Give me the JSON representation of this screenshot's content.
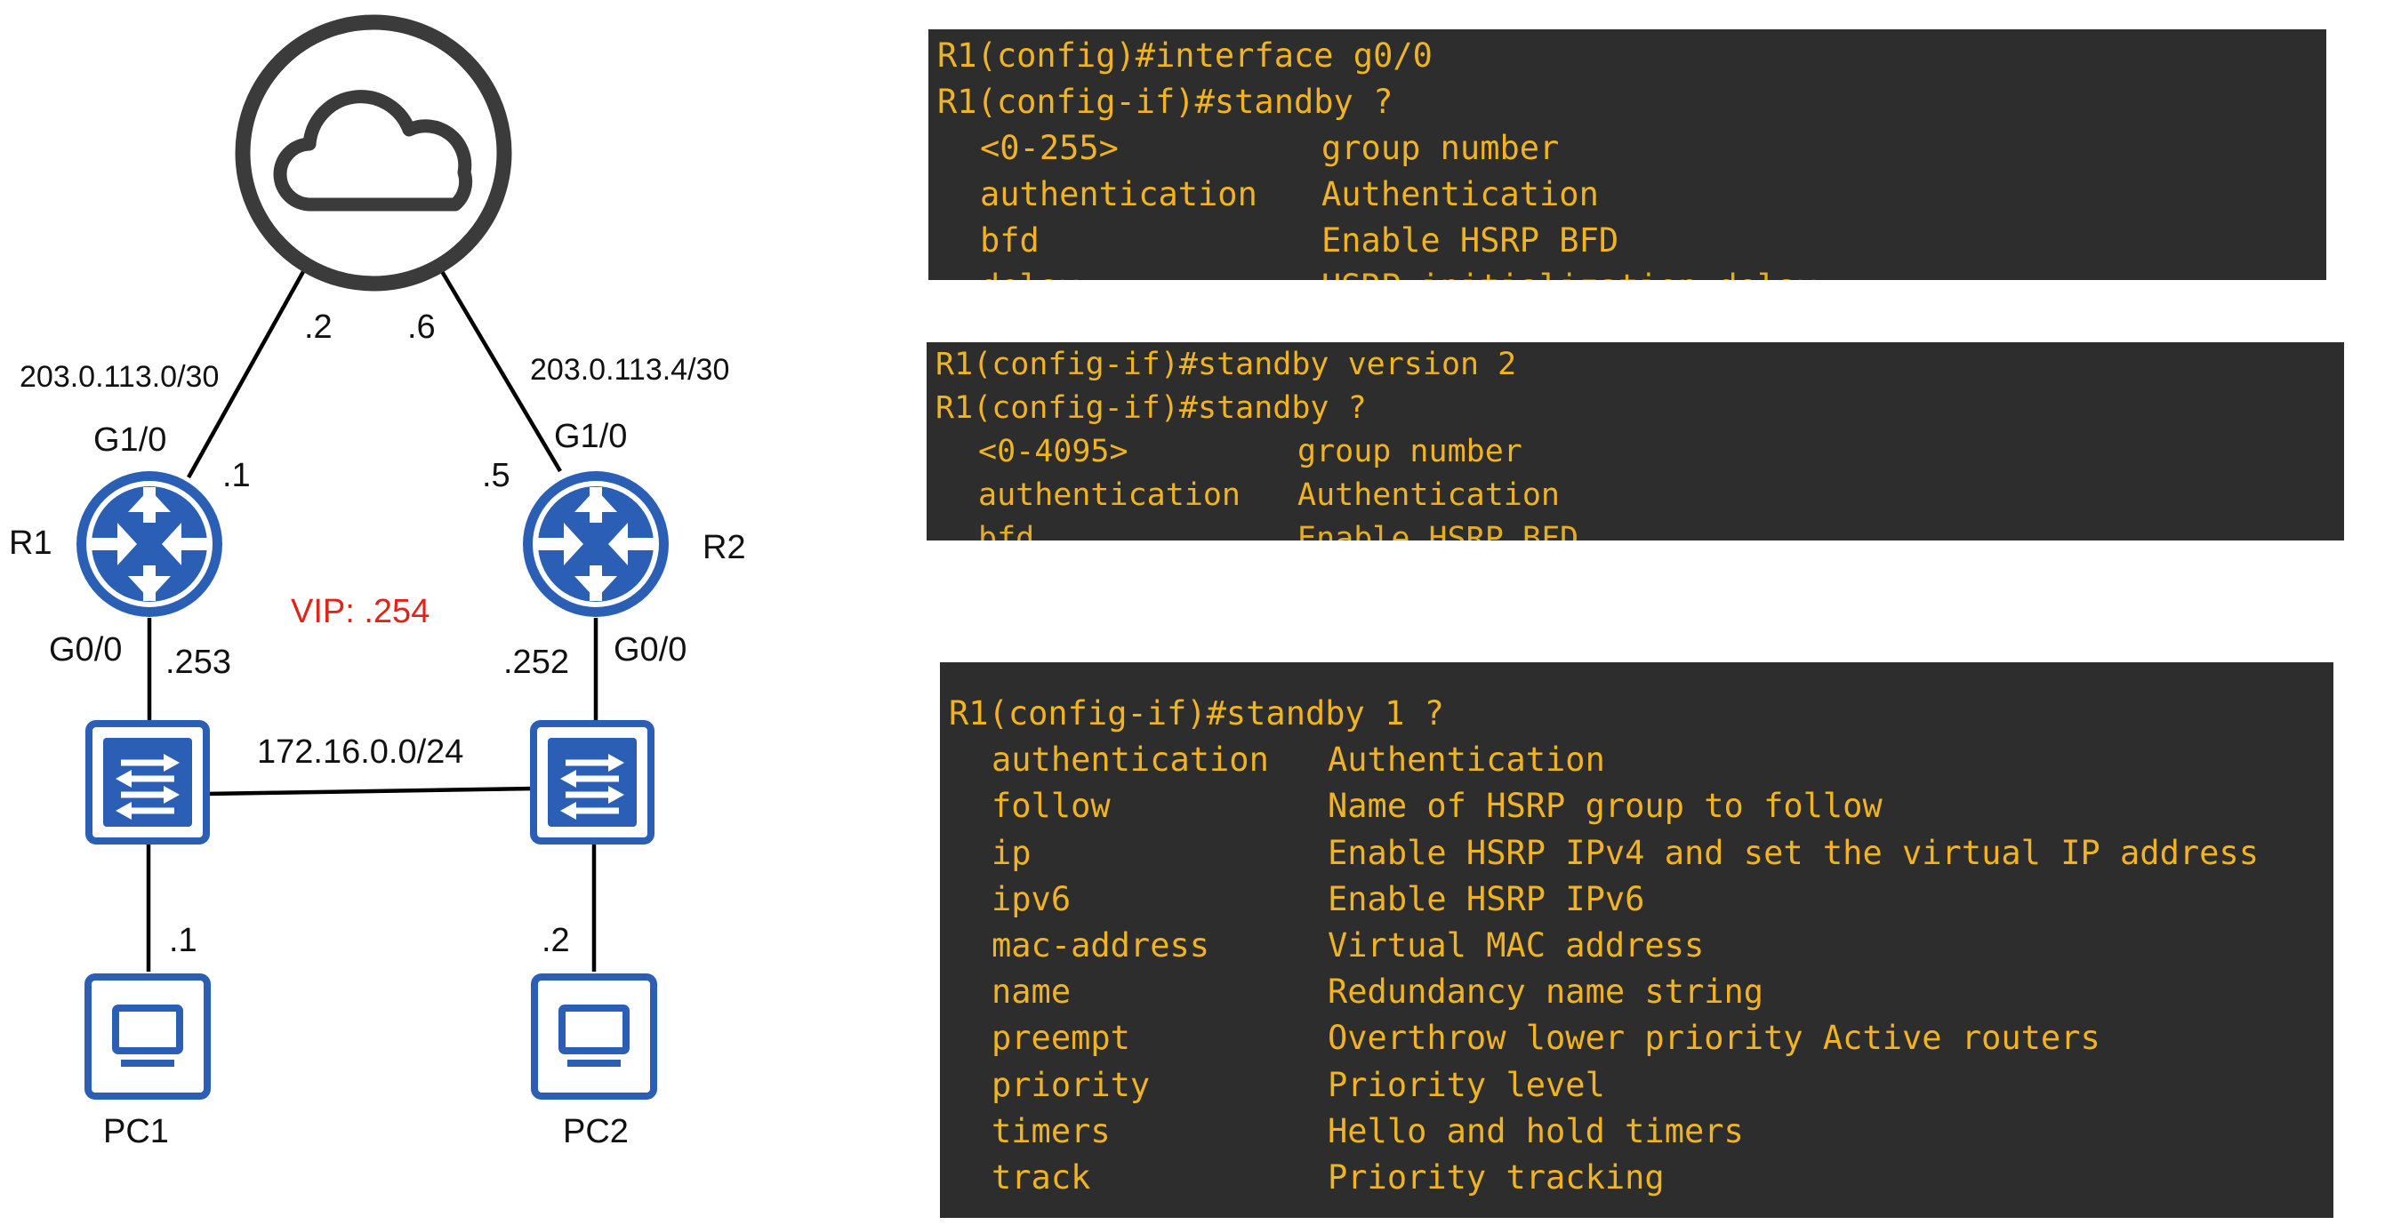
{
  "diagram": {
    "subnet_r1_internet": "203.0.113.0/30",
    "subnet_r2_internet": "203.0.113.4/30",
    "internet_r1_ip": ".2",
    "internet_r2_ip": ".6",
    "r1_g10_label": "G1/0",
    "r2_g10_label": "G1/0",
    "r1_g10_ip": ".1",
    "r2_g10_ip": ".5",
    "r1_name": "R1",
    "r2_name": "R2",
    "vip_label": "VIP: .254",
    "r1_g00_label": "G0/0",
    "r2_g00_label": "G0/0",
    "r1_g00_ip": ".253",
    "r2_g00_ip": ".252",
    "lan_subnet": "172.16.0.0/24",
    "pc1_ip": ".1",
    "pc2_ip": ".2",
    "pc1_name": "PC1",
    "pc2_name": "PC2",
    "colors": {
      "device_blue": "#2a5fb5",
      "cloud_gray": "#3b3b3b",
      "vip_red": "#e0241b"
    }
  },
  "terminals": [
    {
      "lines": [
        {
          "text": "R1(config)#interface g0/0"
        },
        {
          "text": "R1(config-if)#standby ?"
        },
        {
          "cmd": "<0-255>",
          "desc": "group number"
        },
        {
          "cmd": "authentication",
          "desc": "Authentication"
        },
        {
          "cmd": "bfd",
          "desc": "Enable HSRP BFD"
        },
        {
          "cmd": "delay",
          "desc": "HSRP initialization delay"
        }
      ]
    },
    {
      "lines": [
        {
          "text": "R1(config-if)#standby version 2"
        },
        {
          "text": "R1(config-if)#standby ?"
        },
        {
          "cmd": "<0-4095>",
          "desc": "group number"
        },
        {
          "cmd": "authentication",
          "desc": "Authentication"
        },
        {
          "cmd": "bfd",
          "desc": "Enable HSRP BFD"
        }
      ]
    },
    {
      "lines": [
        {
          "text": "R1(config-if)#standby 1 ?"
        },
        {
          "cmd": "authentication",
          "desc": "Authentication"
        },
        {
          "cmd": "follow",
          "desc": "Name of HSRP group to follow"
        },
        {
          "cmd": "ip",
          "desc": "Enable HSRP IPv4 and set the virtual IP address"
        },
        {
          "cmd": "ipv6",
          "desc": "Enable HSRP IPv6"
        },
        {
          "cmd": "mac-address",
          "desc": "Virtual MAC address"
        },
        {
          "cmd": "name",
          "desc": "Redundancy name string"
        },
        {
          "cmd": "preempt",
          "desc": "Overthrow lower priority Active routers"
        },
        {
          "cmd": "priority",
          "desc": "Priority level"
        },
        {
          "cmd": "timers",
          "desc": "Hello and hold timers"
        },
        {
          "cmd": "track",
          "desc": "Priority tracking"
        }
      ]
    }
  ]
}
